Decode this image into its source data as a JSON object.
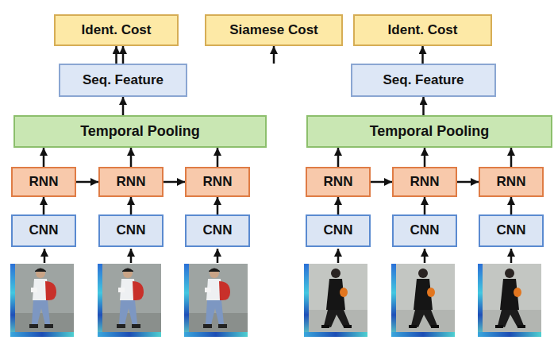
{
  "diagram": {
    "nodes": [
      {
        "text": [
          "Ident. Cost"
        ]
      },
      {
        "text": [
          "Siamese Cost"
        ]
      },
      {
        "text": [
          "Ident. Cost"
        ]
      },
      {
        "text": [
          "Seq. Feature"
        ]
      },
      {
        "text": [
          "Seq. Feature"
        ]
      },
      {
        "text": [
          "Temporal Pooling"
        ]
      },
      {
        "text": [
          "Temporal Pooling"
        ]
      },
      {
        "text": [
          "RNN"
        ]
      },
      {
        "text": [
          "RNN"
        ]
      },
      {
        "text": [
          "RNN"
        ]
      },
      {
        "text": [
          "RNN"
        ]
      },
      {
        "text": [
          "RNN"
        ]
      },
      {
        "text": [
          "RNN"
        ]
      },
      {
        "text": [
          "CNN"
        ]
      },
      {
        "text": [
          "CNN"
        ]
      },
      {
        "text": [
          "CNN"
        ]
      },
      {
        "text": [
          "CNN"
        ]
      },
      {
        "text": [
          "CNN"
        ]
      },
      {
        "text": [
          "CNN"
        ]
      }
    ],
    "edges": [
      {
        "from": 3,
        "to": 0,
        "arrow": "to"
      },
      {
        "from": 3,
        "to": 1,
        "arrow": "to"
      },
      {
        "from": 4,
        "to": 1,
        "arrow": "to"
      },
      {
        "from": 4,
        "to": 2,
        "arrow": "to"
      },
      {
        "from": 5,
        "to": 3,
        "arrow": "to"
      },
      {
        "from": 6,
        "to": 4,
        "arrow": "to"
      },
      {
        "from": 7,
        "to": 5,
        "arrow": "to"
      },
      {
        "from": 8,
        "to": 5,
        "arrow": "to"
      },
      {
        "from": 9,
        "to": 5,
        "arrow": "to"
      },
      {
        "from": 10,
        "to": 6,
        "arrow": "to"
      },
      {
        "from": 11,
        "to": 6,
        "arrow": "to"
      },
      {
        "from": 12,
        "to": 6,
        "arrow": "to"
      },
      {
        "from": 7,
        "to": 8,
        "arrow": "to"
      },
      {
        "from": 8,
        "to": 9,
        "arrow": "to"
      },
      {
        "from": 10,
        "to": 11,
        "arrow": "to"
      },
      {
        "from": 11,
        "to": 12,
        "arrow": "to"
      },
      {
        "from": 13,
        "to": 7,
        "arrow": "to"
      },
      {
        "from": 14,
        "to": 8,
        "arrow": "to"
      },
      {
        "from": 15,
        "to": 9,
        "arrow": "to"
      },
      {
        "from": 16,
        "to": 10,
        "arrow": "to"
      },
      {
        "from": 17,
        "to": 11,
        "arrow": "to"
      },
      {
        "from": 18,
        "to": 12,
        "arrow": "to"
      }
    ]
  }
}
